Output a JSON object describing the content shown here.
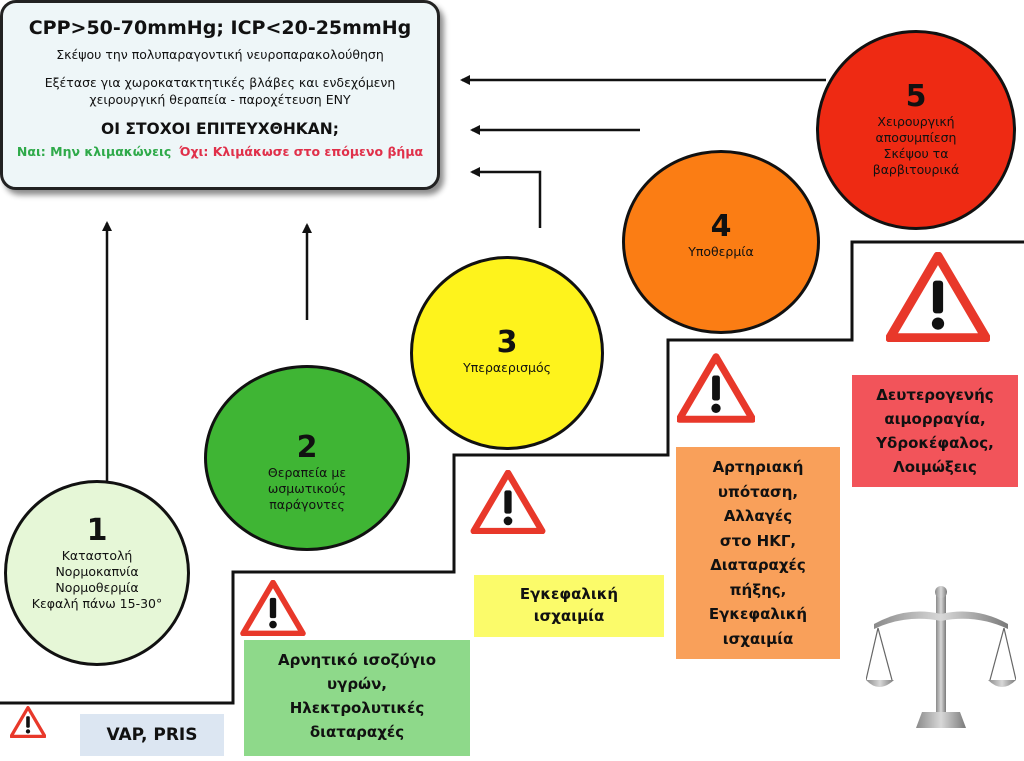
{
  "goal": {
    "targets": "CPP>50-70mmHg; ICP<20-25mmHg",
    "line1": "Σκέψου την πολυπαραγοντική νευροπαρακολούθηση",
    "line2a": "Εξέτασε για χωροκατακτητικές βλάβες και ενδεχόμενη",
    "line2b": "χειρουργική θεραπεία - παροχέτευση ΕΝΥ",
    "question": "ΟΙ ΣΤΟΧΟΙ ΕΠΙΤΕΥΧΘΗΚΑΝ;",
    "yes": "Ναι: Μην κλιμακώνεις",
    "no": "Όχι: Κλιμάκωσε στο επόμενο βήμα"
  },
  "steps": [
    {
      "number": "1",
      "lines": [
        "Καταστολή",
        "Νορμοκαπνία",
        "Νορμοθερμία",
        "Κεφαλή πάνω 15-30°"
      ],
      "color": "#e6f7d7"
    },
    {
      "number": "2",
      "lines": [
        "Θεραπεία με",
        "ωσμωτικούς",
        "παράγοντες"
      ],
      "color": "#3fb534"
    },
    {
      "number": "3",
      "lines": [
        "Υπεραερισμός"
      ],
      "color": "#fef31c"
    },
    {
      "number": "4",
      "lines": [
        "Υποθερμία"
      ],
      "color": "#fb7d14"
    },
    {
      "number": "5",
      "lines": [
        "Χειρουργική",
        "αποσυμπίεση",
        "Σκέψου τα",
        "βαρβιτουρικά"
      ],
      "color": "#ee2a13"
    }
  ],
  "risks": {
    "r1": "VAP, PRIS",
    "r2": [
      "Αρνητικό ισοζύγιο",
      "υγρών,",
      "Ηλεκτρολυτικές",
      "διαταραχές"
    ],
    "r3": [
      "Εγκεφαλική",
      "ισχαιμία"
    ],
    "r4": [
      "Αρτηριακή",
      "υπόταση,",
      "Αλλαγές",
      "στο ΗΚΓ,",
      "Διαταραχές",
      "πήξης,",
      "Εγκεφαλική",
      "ισχαιμία"
    ],
    "r5": [
      "Δευτερογενής",
      "αιμορραγία,",
      "Υδροκέφαλος,",
      "Λοιμώξεις"
    ]
  },
  "colors": {
    "r1": "#dce6f2",
    "r2": "#8ed98a",
    "r3": "#fbfb6a",
    "r4": "#f9a05a",
    "r5": "#f2545a",
    "warning": "#e8382a"
  },
  "icons": {
    "warning": "warning-triangle-icon",
    "scales": "scales-of-justice-icon"
  }
}
